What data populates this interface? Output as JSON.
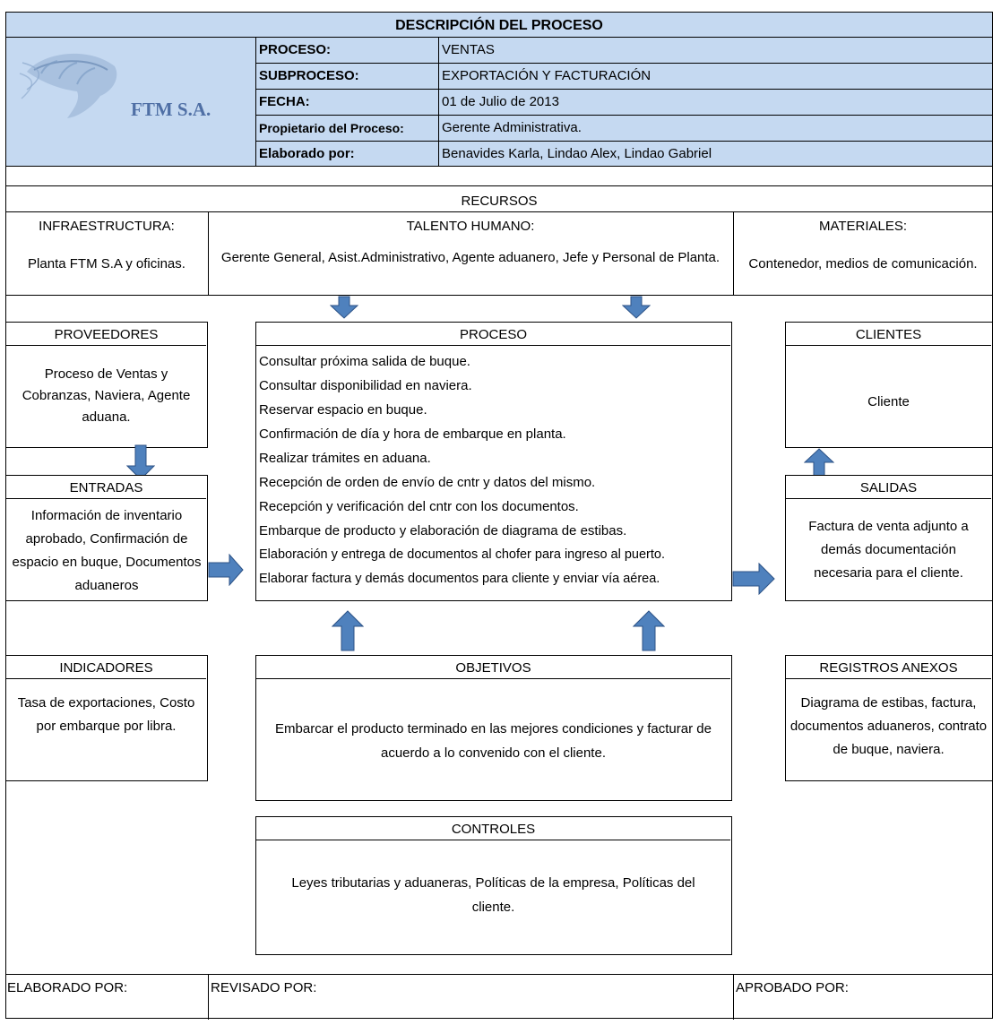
{
  "header": {
    "title": "DESCRIPCIÓN DEL PROCESO",
    "logo_text": "FTM S.A.",
    "rows": [
      {
        "label": "PROCESO:",
        "value": "VENTAS"
      },
      {
        "label": "SUBPROCESO:",
        "value": "EXPORTACIÓN Y FACTURACIÓN"
      },
      {
        "label": "FECHA:",
        "value": "01 de Julio de 2013"
      },
      {
        "label": "Propietario del Proceso:",
        "value": "Gerente Administrativa."
      },
      {
        "label": "Elaborado por:",
        "value": "Benavides Karla, Lindao Alex, Lindao Gabriel"
      }
    ]
  },
  "recursos": {
    "title": "RECURSOS",
    "infraestructura": {
      "label": "INFRAESTRUCTURA:",
      "value": "Planta FTM S.A y oficinas."
    },
    "talento": {
      "label": "TALENTO HUMANO:",
      "value": "Gerente General, Asist.Administrativo, Agente aduanero, Jefe y Personal de Planta."
    },
    "materiales": {
      "label": "MATERIALES:",
      "value": "Contenedor, medios de comunicación."
    }
  },
  "proveedores": {
    "title": "PROVEEDORES",
    "text": "Proceso de Ventas y Cobranzas, Naviera, Agente aduana."
  },
  "entradas": {
    "title": "ENTRADAS",
    "text": "Información de inventario aprobado, Confirmación de espacio en buque, Documentos aduaneros"
  },
  "proceso": {
    "title": "PROCESO",
    "steps": [
      "Consultar próxima salida de buque.",
      "Consultar disponibilidad en naviera.",
      "Reservar espacio en buque.",
      "Confirmación de día y hora de embarque en planta.",
      "Realizar trámites en aduana.",
      "Recepción de orden de envío de cntr y datos del mismo.",
      "Recepción y verificación del cntr con los documentos.",
      "Embarque de producto y elaboración de diagrama de estibas.",
      "Elaboración y entrega de documentos al chofer para ingreso al puerto.",
      "Elaborar factura y demás documentos para cliente y enviar vía aérea."
    ]
  },
  "clientes": {
    "title": "CLIENTES",
    "text": "Cliente"
  },
  "salidas": {
    "title": "SALIDAS",
    "text": "Factura de venta adjunto a demás documentación necesaria para el cliente."
  },
  "indicadores": {
    "title": "INDICADORES",
    "text": "Tasa de exportaciones, Costo por embarque por libra."
  },
  "objetivos": {
    "title": "OBJETIVOS",
    "text": "Embarcar el producto terminado en las mejores condiciones y facturar de acuerdo a lo convenido con el cliente."
  },
  "registros": {
    "title": "REGISTROS ANEXOS",
    "text": "Diagrama de estibas, factura, documentos aduaneros, contrato de buque, naviera."
  },
  "controles": {
    "title": "CONTROLES",
    "text": "Leyes tributarias y aduaneras, Políticas de la empresa, Políticas del cliente."
  },
  "footer": {
    "elaborado": "ELABORADO POR:",
    "revisado": "REVISADO POR:",
    "aprobado": "APROBADO POR:"
  },
  "colors": {
    "header_band": "#c5d9f1",
    "arrow_fill": "#4f81bd",
    "arrow_stroke": "#2c5286"
  },
  "icons": {
    "logo": "shrimp-logo-icon",
    "arrow": "block-arrow-icon"
  }
}
